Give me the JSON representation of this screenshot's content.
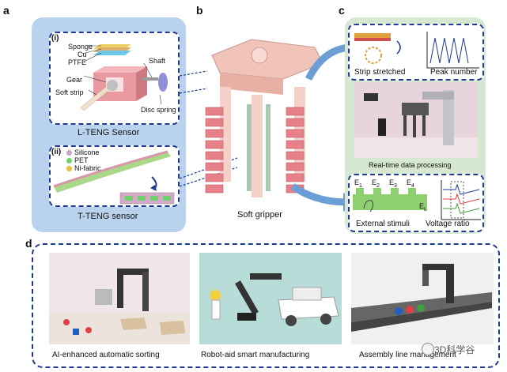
{
  "panels": {
    "a": "a",
    "b": "b",
    "c": "c",
    "d": "d"
  },
  "panel_a": {
    "sub_i": "(i)",
    "sub_ii": "(ii)",
    "labels_i": [
      "Sponge",
      "Cu",
      "PTFE",
      "Gear",
      "Soft strip",
      "Shaft",
      "Disc spring"
    ],
    "title_i": "L-TENG Sensor",
    "legend_ii": [
      "Silicone",
      "PET",
      "Ni-fabric"
    ],
    "legend_colors": [
      "#c8a8c8",
      "#6fd06f",
      "#e8c040"
    ],
    "title_ii": "T-TENG sensor"
  },
  "panel_b": {
    "label": "Soft gripper"
  },
  "panel_c": {
    "top_left": "Strip stretched",
    "top_right": "Peak number",
    "middle": "Real-time data processing",
    "bottom_left": "External stimuli",
    "bottom_right": "Voltage ratio",
    "e_labels": [
      "E",
      "E",
      "E",
      "E",
      "E"
    ],
    "e_subs": [
      "1",
      "2",
      "3",
      "4",
      "L"
    ]
  },
  "panel_d": {
    "captions": [
      "AI-enhanced automatic sorting",
      "Robot-aid smart manufacturing",
      "Assembly line management"
    ]
  },
  "watermark": "3D科学谷",
  "colors": {
    "panel_a_bg": "#b9d3ee",
    "panel_c_bg": "#d7e8d2",
    "dash": "#1f3a93",
    "arrow": "#6c9ed6",
    "gripper_pink": "#e8808a"
  }
}
